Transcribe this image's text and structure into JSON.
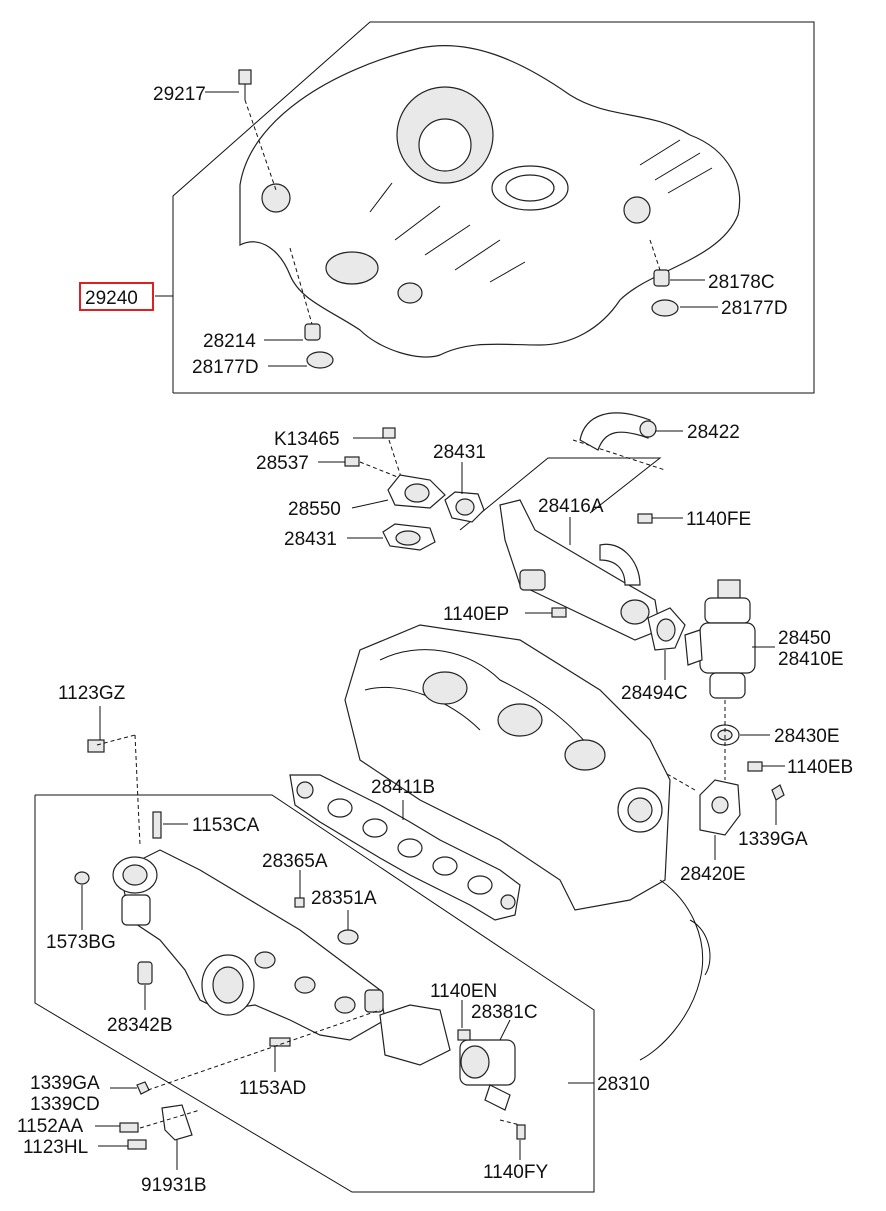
{
  "labels": {
    "p29217": "29217",
    "p29240": "29240",
    "p28178C": "28178C",
    "p28177D_a": "28177D",
    "p28214": "28214",
    "p28177D_b": "28177D",
    "pK13465": "K13465",
    "p28537": "28537",
    "p28431_a": "28431",
    "p28422": "28422",
    "p28550": "28550",
    "p28416A": "28416A",
    "p1140FE": "1140FE",
    "p28431_b": "28431",
    "p1140EP": "1140EP",
    "p28450": "28450",
    "p28410E": "28410E",
    "p28494C": "28494C",
    "p1123GZ": "1123GZ",
    "p28430E": "28430E",
    "p1140EB": "1140EB",
    "p28411B": "28411B",
    "p1153CA": "1153CA",
    "p1339GA_a": "1339GA",
    "p28365A": "28365A",
    "p28420E": "28420E",
    "p28351A": "28351A",
    "p1573BG": "1573BG",
    "p28342B": "28342B",
    "p1140EN": "1140EN",
    "p28381C": "28381C",
    "p1339GA_b": "1339GA",
    "p1339CD": "1339CD",
    "p1153AD": "1153AD",
    "p28310": "28310",
    "p1152AA": "1152AA",
    "p1123HL": "1123HL",
    "p1140FY": "1140FY",
    "p91931B": "91931B"
  },
  "highlight_color": "#e02020"
}
